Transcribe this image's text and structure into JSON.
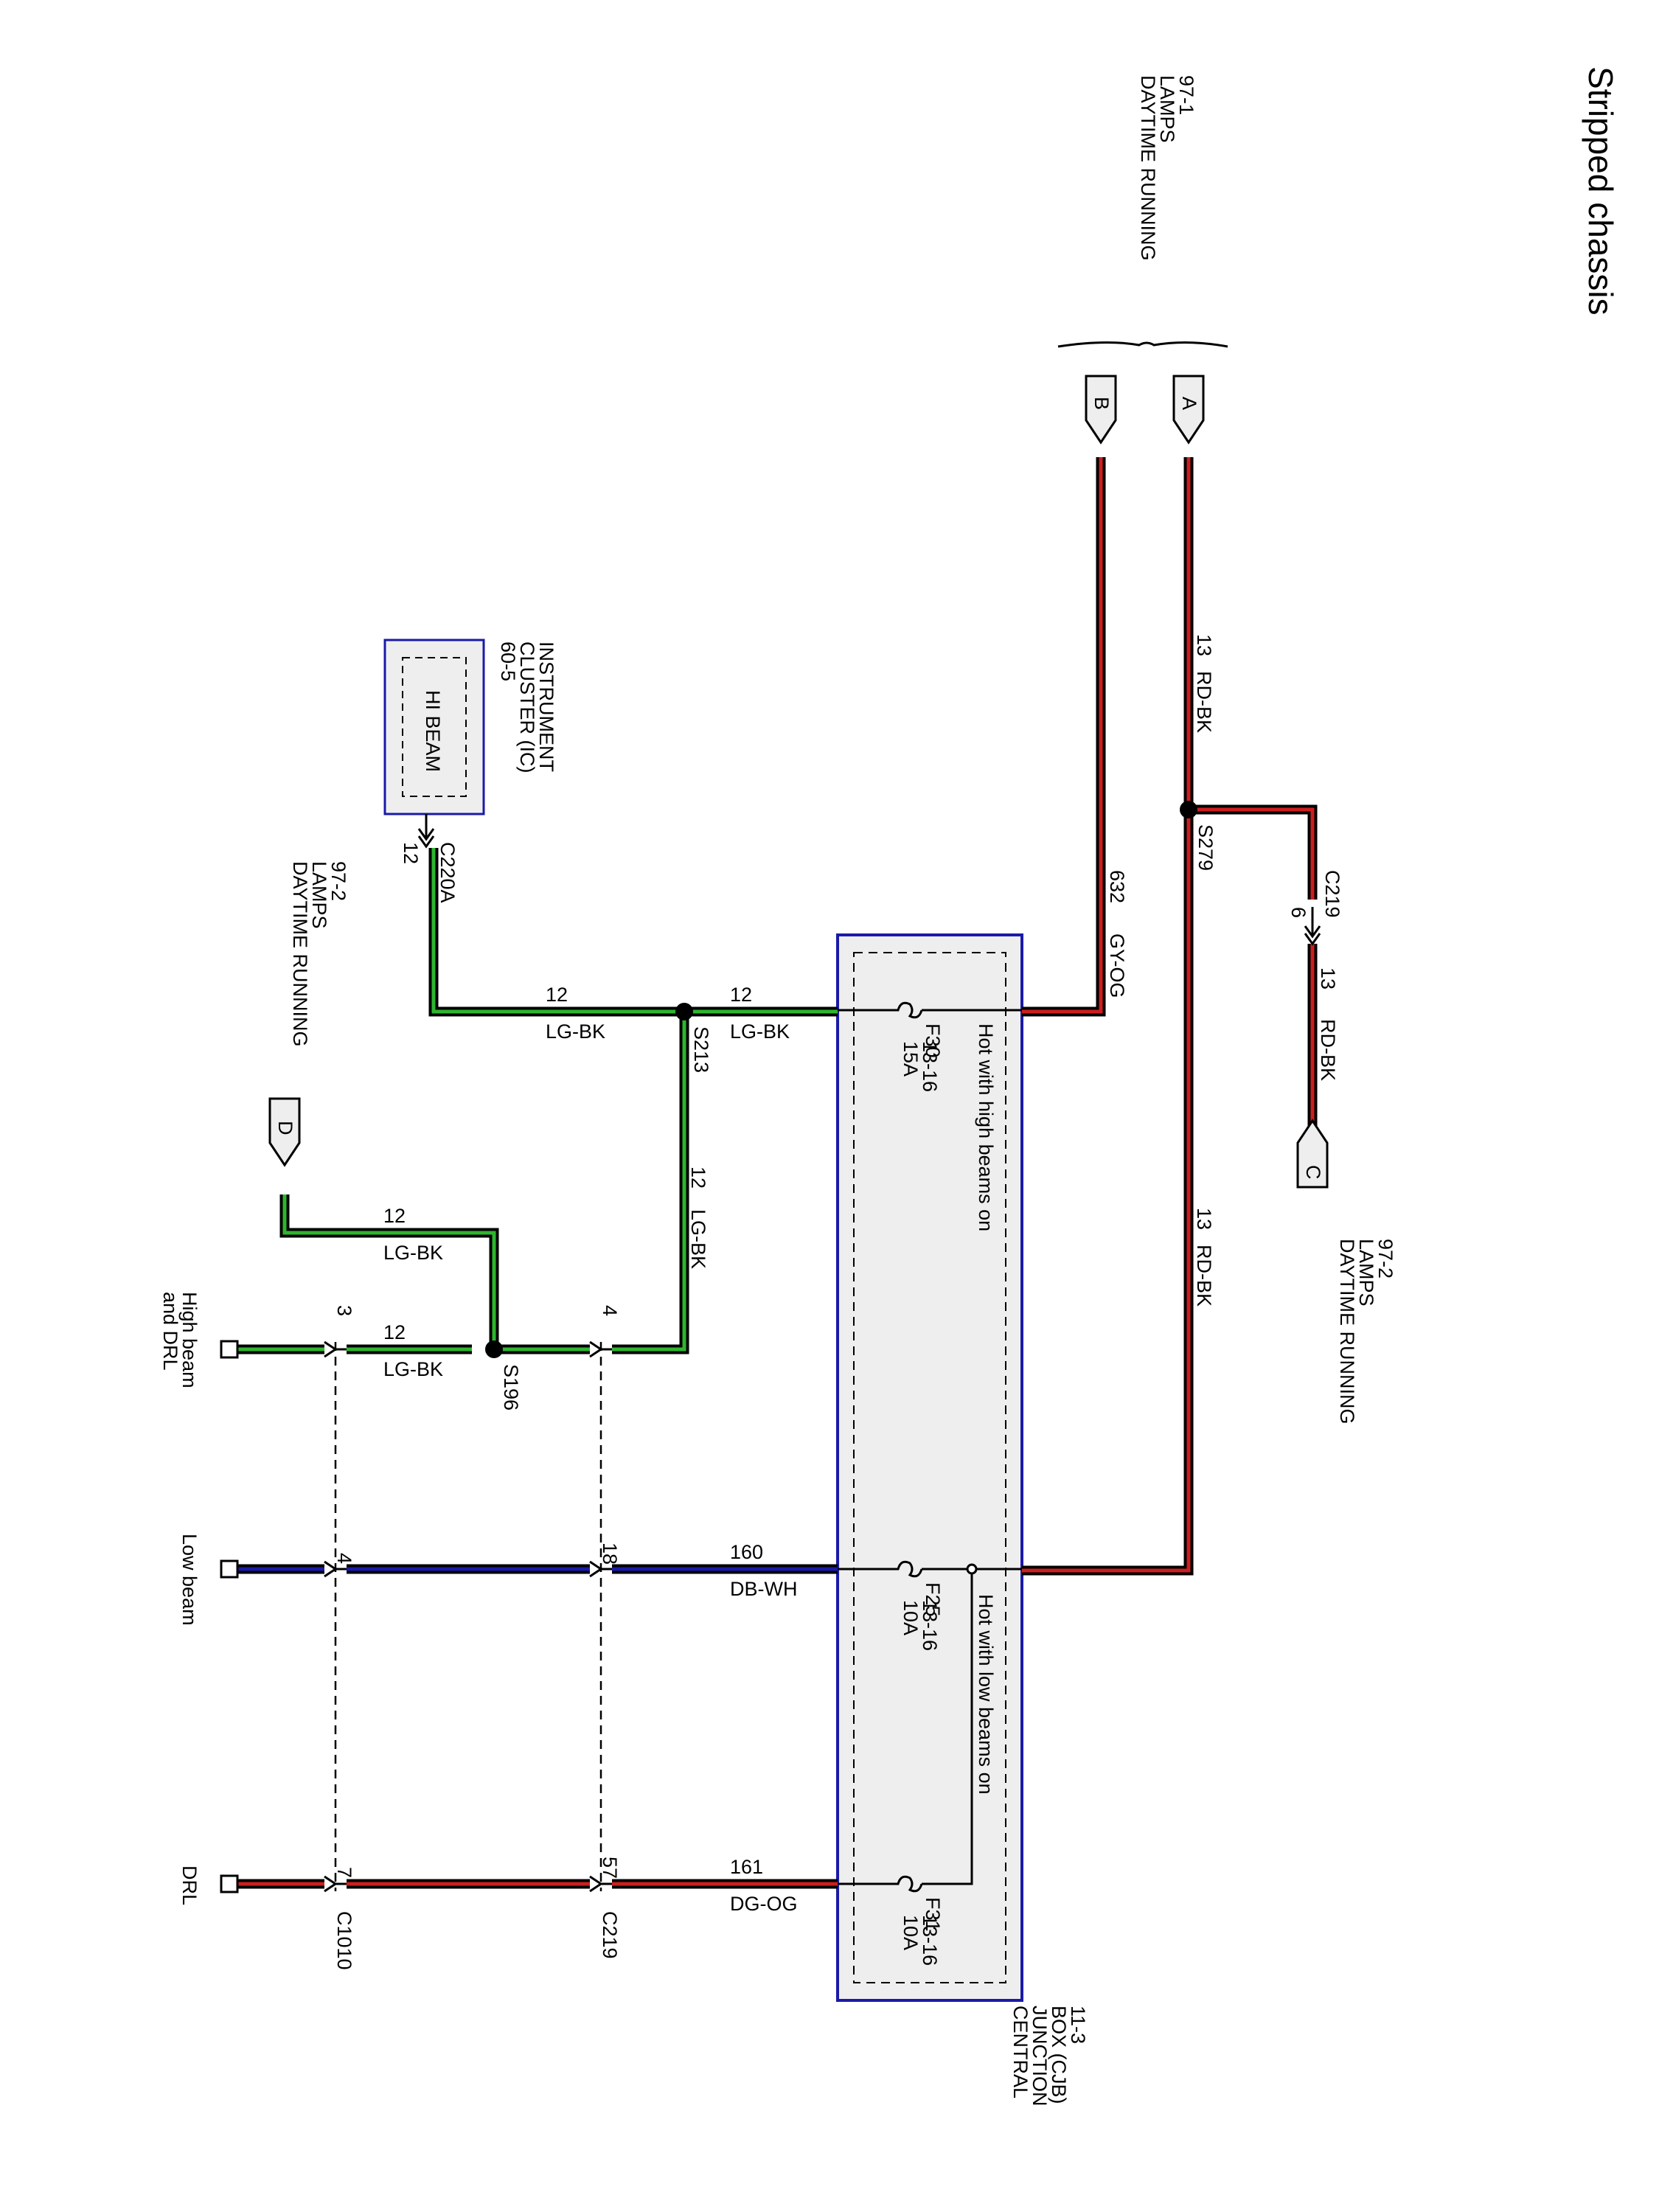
{
  "title": "Stripped chassis",
  "offpage_top_label": [
    "DAYTIME RUNNING",
    "LAMPS",
    "97-1"
  ],
  "connectors": {
    "A": "A",
    "B": "B",
    "C": "C",
    "D": "D"
  },
  "daytime_running_c": [
    "DAYTIME RUNNING",
    "LAMPS",
    "97-2"
  ],
  "daytime_running_d": [
    "DAYTIME RUNNING",
    "LAMPS",
    "97-2"
  ],
  "instrument_cluster": {
    "label": [
      "INSTRUMENT",
      "CLUSTER (IC)",
      "60-5"
    ],
    "component": "HI BEAM",
    "connector": "C220A",
    "pin": "12"
  },
  "cjb": {
    "label": [
      "CENTRAL",
      "JUNCTION",
      "BOX (CJB)",
      "11-3"
    ],
    "hot_high": "Hot with high beams on",
    "hot_low": "Hot with low beams on",
    "fuses": [
      {
        "name": "F30",
        "rating": "15A",
        "ref": "13-16"
      },
      {
        "name": "F25",
        "rating": "10A",
        "ref": "13-16"
      },
      {
        "name": "F31",
        "rating": "10A",
        "ref": "13-16"
      }
    ]
  },
  "wires": {
    "a_circuit": "13",
    "a_color": "RD-BK",
    "a_lower_circuit": "13",
    "a_lower_color": "RD-BK",
    "b_circuit": "632",
    "b_color": "GY-OG",
    "c_circuit": "13",
    "c_color": "RD-BK",
    "ic_circuit": "12",
    "ic_color": "LG-BK",
    "cjb_hi_circuit": "12",
    "cjb_hi_color": "LG-BK",
    "s213_down_circuit": "12",
    "s213_down_color": "LG-BK",
    "d_circuit": "12",
    "d_color": "LG-BK",
    "s196_circuit": "12",
    "s196_color": "LG-BK",
    "low_circuit": "160",
    "low_color": "DB-WH",
    "drl_circuit": "161",
    "drl_color": "DG-OG"
  },
  "splices": {
    "s279": "S279",
    "s213": "S213",
    "s196": "S196"
  },
  "c219": {
    "name": "C219",
    "top_pin": "6",
    "pins": {
      "hi": "4",
      "low": "18",
      "drl": "57"
    }
  },
  "c1010": {
    "name": "C1010",
    "pins": {
      "hi": "3",
      "low": "4",
      "drl": "7"
    }
  },
  "lamps": {
    "hi": [
      "High beam",
      "and DRL"
    ],
    "low": [
      "Low beam"
    ],
    "drl": [
      "DRL"
    ]
  },
  "colors": {
    "red": "#cc1f1f",
    "green": "#2fb52f",
    "black": "#000000",
    "navy": "#1a1aa8",
    "box_fill": "#eeeeee"
  }
}
